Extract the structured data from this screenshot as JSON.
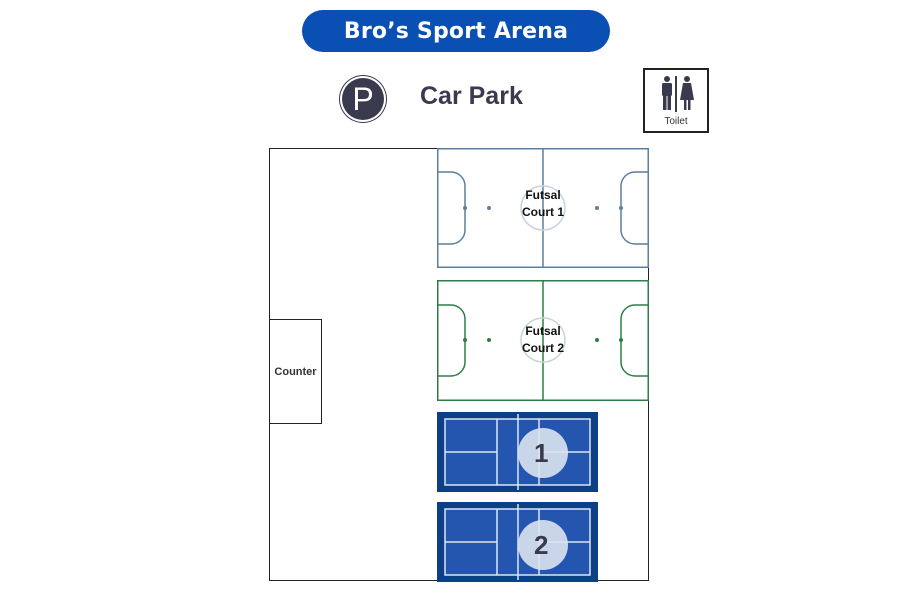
{
  "header": {
    "title": "Bro’s Sport Arena"
  },
  "parking": {
    "icon": "parking-icon",
    "letter": "P",
    "label": "Car Park"
  },
  "toilet": {
    "icon": "restroom-icon",
    "label": "Toilet"
  },
  "counter": {
    "label": "Counter"
  },
  "futsal_courts": [
    {
      "line1": "Futsal",
      "line2": "Court 1",
      "color": "#5b7fa0"
    },
    {
      "line1": "Futsal",
      "line2": "Court 2",
      "color": "#2e7d46"
    }
  ],
  "pickleball_courts": [
    {
      "number": "1",
      "outer_color": "#0d3f86",
      "inner_color": "#2456b0"
    },
    {
      "number": "2",
      "outer_color": "#0d3f86",
      "inner_color": "#2456b0"
    }
  ],
  "colors": {
    "title_bg": "#0a4fb3",
    "icon_dark": "#3a3a4e",
    "wall": "#222222"
  }
}
